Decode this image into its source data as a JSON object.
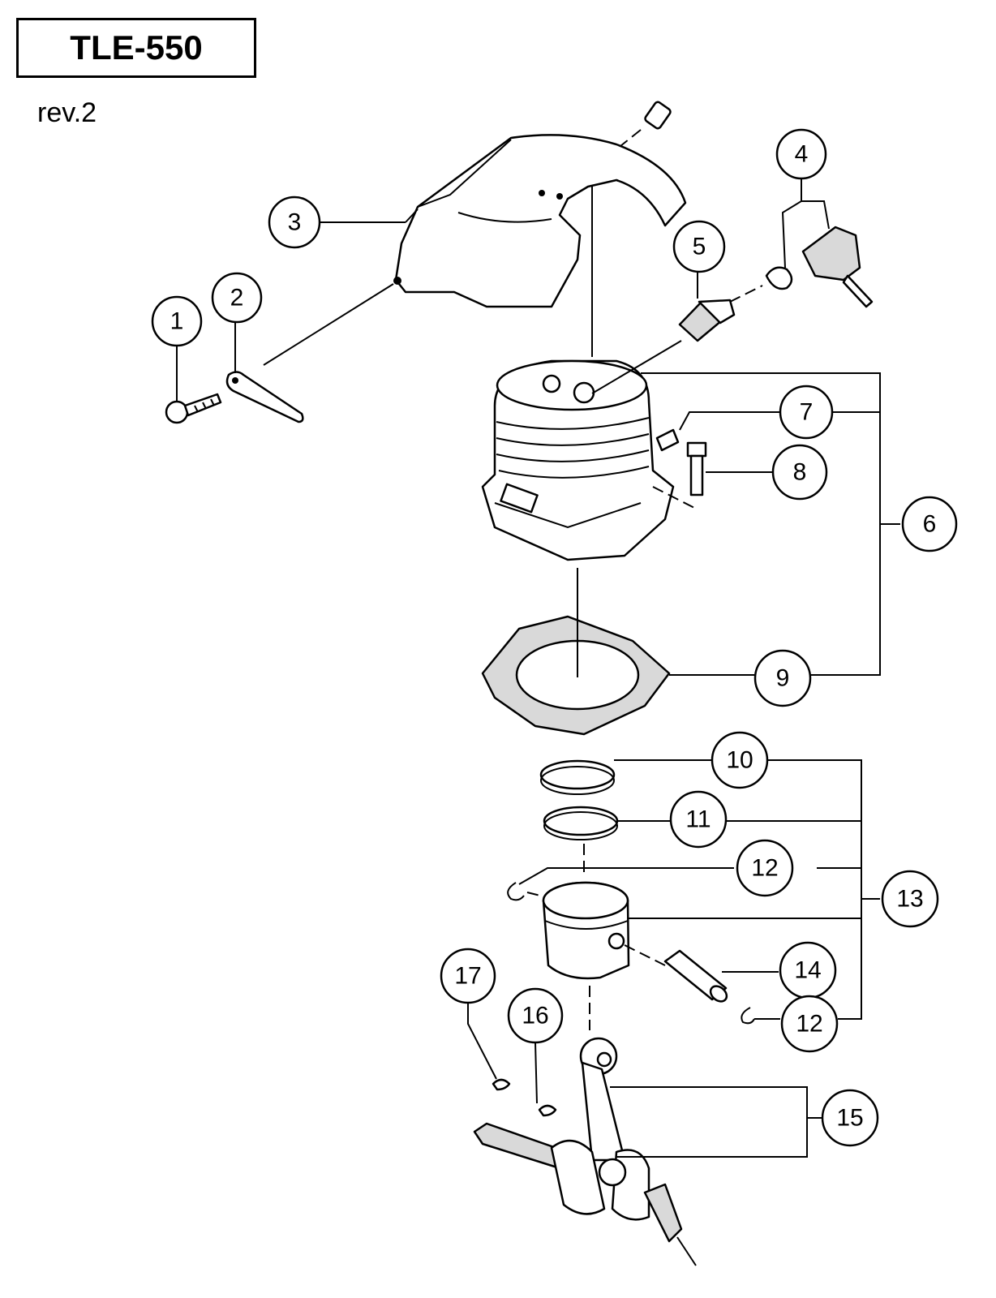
{
  "header": {
    "model": "TLE-550",
    "revision": "rev.2"
  },
  "callouts": [
    {
      "id": "callout-1",
      "label": "1"
    },
    {
      "id": "callout-2",
      "label": "2"
    },
    {
      "id": "callout-3",
      "label": "3"
    },
    {
      "id": "callout-4",
      "label": "4"
    },
    {
      "id": "callout-5",
      "label": "5"
    },
    {
      "id": "callout-6",
      "label": "6"
    },
    {
      "id": "callout-7",
      "label": "7"
    },
    {
      "id": "callout-8",
      "label": "8"
    },
    {
      "id": "callout-9",
      "label": "9"
    },
    {
      "id": "callout-10",
      "label": "10"
    },
    {
      "id": "callout-11",
      "label": "11"
    },
    {
      "id": "callout-12a",
      "label": "12"
    },
    {
      "id": "callout-13",
      "label": "13"
    },
    {
      "id": "callout-14",
      "label": "14"
    },
    {
      "id": "callout-12b",
      "label": "12"
    },
    {
      "id": "callout-15",
      "label": "15"
    },
    {
      "id": "callout-16",
      "label": "16"
    },
    {
      "id": "callout-17",
      "label": "17"
    }
  ]
}
